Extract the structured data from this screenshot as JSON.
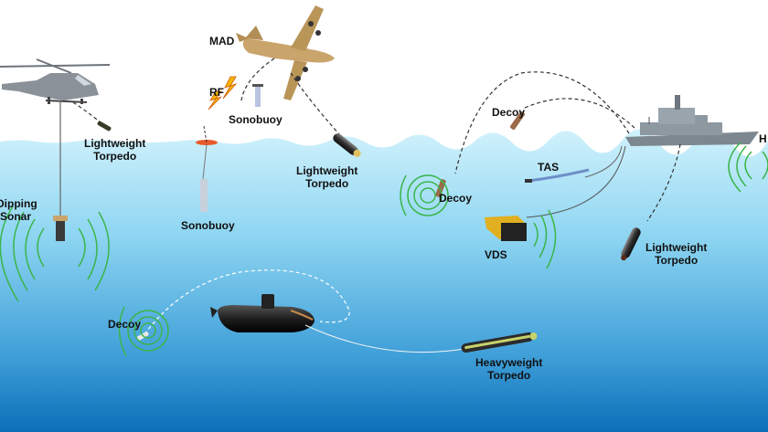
{
  "labels": {
    "mad": "MAD",
    "rf": "RF",
    "sonobuoy_air": "Sonobuoy",
    "sonobuoy_water": "Sonobuoy",
    "heli_torpedo": [
      "Lightweight",
      "Torpedo"
    ],
    "plane_torpedo": [
      "Lightweight",
      "Torpedo"
    ],
    "ship_torpedo": [
      "Lightweight",
      "Torpedo"
    ],
    "dipping_sonar": [
      "Dipping",
      "Sonar"
    ],
    "decoy_ship_air": "Decoy",
    "decoy_ship_water": "Decoy",
    "decoy_sub": "Decoy",
    "tas": "TAS",
    "vds": "VDS",
    "hms": "H",
    "heavyweight": [
      "Heavyweight",
      "Torpedo"
    ]
  },
  "colors": {
    "sky": "#ffffff",
    "water_top": "#c9eefb",
    "water_bottom": "#0b6fb8",
    "sonar_rings": "#3bb54a",
    "text": "#111111",
    "aircraft": "#c9a46b",
    "helicopter": "#8a9199",
    "ship": "#7d8790",
    "submarine": "#1e1e1e",
    "vds_body": "#e0b020"
  }
}
